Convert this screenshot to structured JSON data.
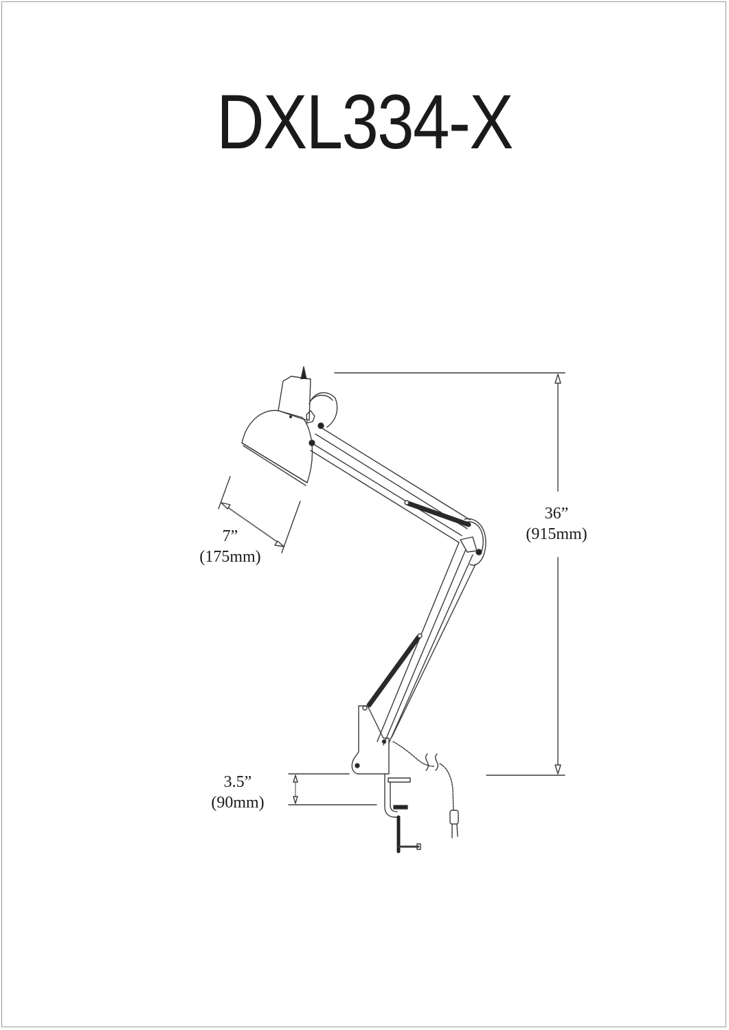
{
  "title": "DXL334-X",
  "drawing": {
    "subject": "swing-arm clamp desk lamp",
    "stroke_color": "#3a3a3a",
    "background": "#ffffff"
  },
  "dimensions": {
    "shade_diameter": {
      "imperial": "7”",
      "metric": "(175mm)"
    },
    "overall_height": {
      "imperial": "36”",
      "metric": "(915mm)"
    },
    "clamp_opening": {
      "imperial": "3.5”",
      "metric": "(90mm)"
    }
  }
}
